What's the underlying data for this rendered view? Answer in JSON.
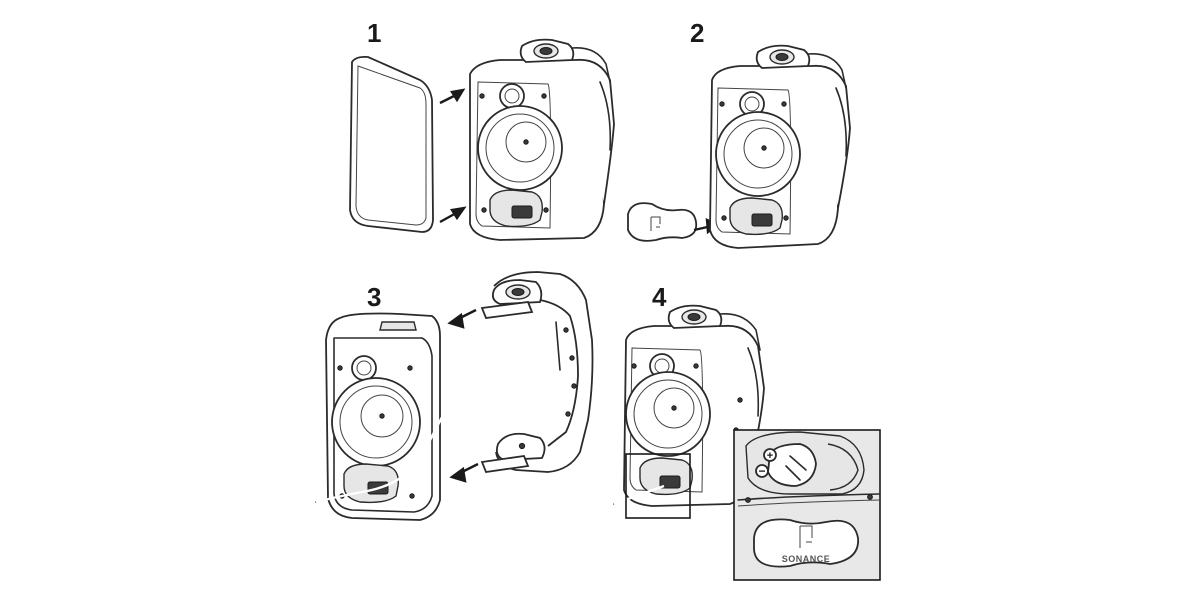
{
  "steps": [
    {
      "label": "1"
    },
    {
      "label": "2"
    },
    {
      "label": "3"
    },
    {
      "label": "4"
    }
  ],
  "logo": {
    "text": "SONANCE"
  },
  "terminals": {
    "positive": "+",
    "negative": "−"
  },
  "colors": {
    "line": "#2b2b2b",
    "panel_bg": "#e6e6e6",
    "background": "#ffffff"
  }
}
